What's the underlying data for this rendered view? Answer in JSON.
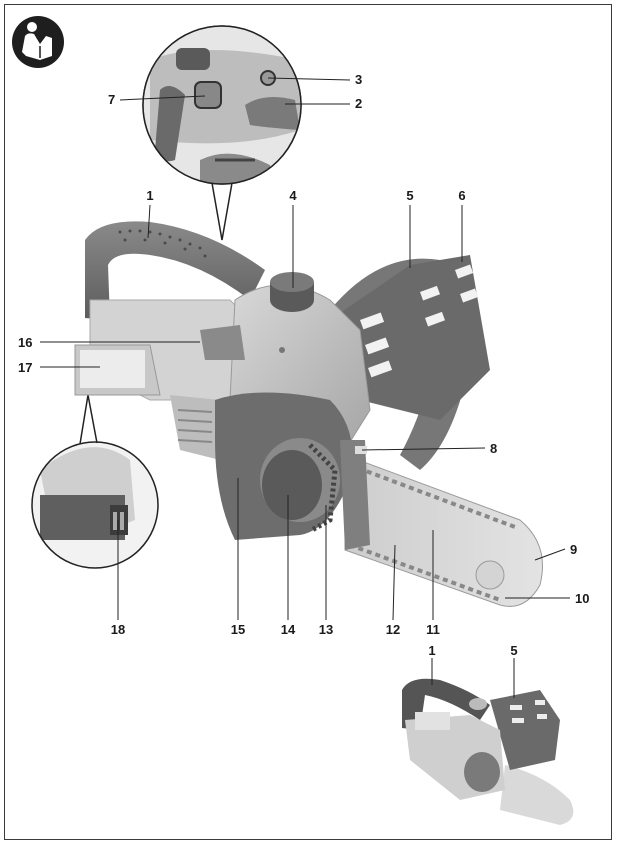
{
  "callouts": {
    "c1": "1",
    "c2": "2",
    "c3": "3",
    "c4": "4",
    "c5": "5",
    "c6": "6",
    "c7": "7",
    "c8": "8",
    "c9": "9",
    "c10": "10",
    "c11": "11",
    "c12": "12",
    "c13": "13",
    "c14": "14",
    "c15": "15",
    "c16": "16",
    "c17": "17",
    "c18": "18",
    "small1": "1",
    "small5": "5"
  },
  "icons": {
    "manual": "read-manual-icon"
  },
  "colors": {
    "body_dark": "#6f6f6f",
    "body_mid": "#a9a9a9",
    "body_light": "#cfcfcf",
    "line": "#222222"
  }
}
